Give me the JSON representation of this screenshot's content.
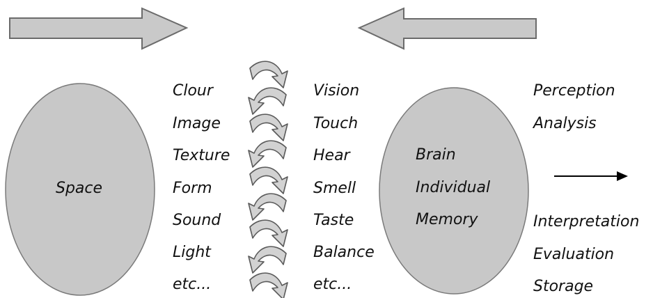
{
  "space": {
    "label": "Space"
  },
  "stimuli": [
    "Clour",
    "Image",
    "Texture",
    "Form",
    "Sound",
    "Light",
    "etc..."
  ],
  "senses": [
    "Vision",
    "Touch",
    "Hear",
    "Smell",
    "Taste",
    "Balance",
    "etc..."
  ],
  "brain": {
    "lines": [
      "Brain",
      "Individual",
      "Memory"
    ]
  },
  "processes_top": [
    "Perception",
    "Analysis"
  ],
  "processes_bottom": [
    "Interpretation",
    "Evaluation",
    "Storage"
  ],
  "colors": {
    "shape_fill": "#c8c8c8",
    "shape_stroke": "#7a7a7a",
    "text": "#111111"
  }
}
